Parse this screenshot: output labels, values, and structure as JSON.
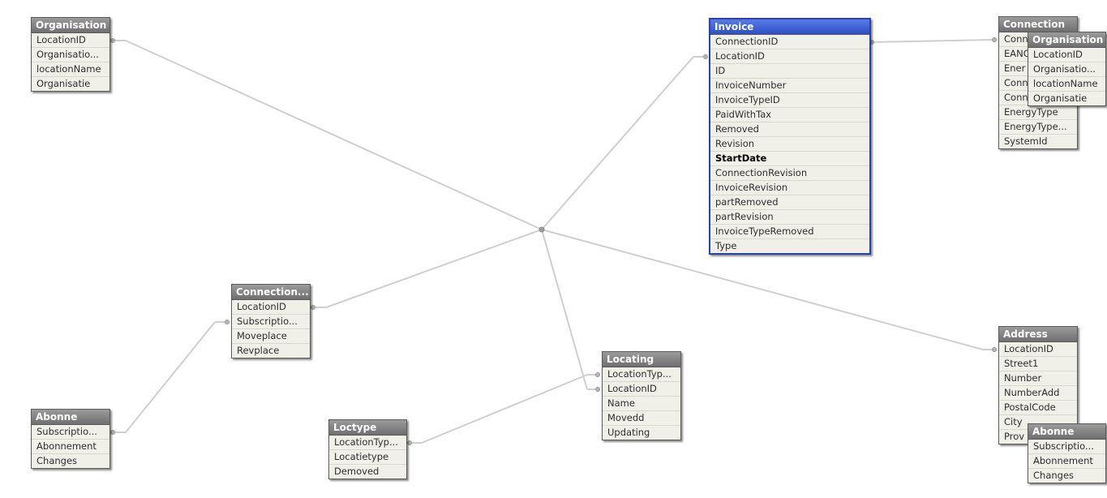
{
  "tables": {
    "organisation_left": {
      "title": "Organisation",
      "fields": [
        "LocationID",
        "Organisatio...",
        "locationName",
        "Organisatie"
      ]
    },
    "invoice": {
      "title": "Invoice",
      "fields": [
        "ConnectionID",
        "LocationID",
        "ID",
        "InvoiceNumber",
        "InvoiceTypeID",
        "PaidWithTax",
        "Removed",
        "Revision",
        "StartDate",
        "ConnectionRevision",
        "InvoiceRevision",
        "partRemoved",
        "partRevision",
        "InvoiceTypeRemoved",
        "Type"
      ],
      "bold_field": "StartDate"
    },
    "connection": {
      "title": "Connection",
      "fields": [
        "Conn",
        "EANC",
        "Ener",
        "Conn",
        "Conn",
        "EnergyType",
        "EnergyType...",
        "SystemId"
      ]
    },
    "organisation_right": {
      "title": "Organisation",
      "fields": [
        "LocationID",
        "Organisatio...",
        "locationName",
        "Organisatie"
      ]
    },
    "connection_sub": {
      "title": "Connection...",
      "fields": [
        "LocationID",
        "Subscriptio...",
        "Moveplace",
        "Revplace"
      ]
    },
    "abonne_left": {
      "title": "Abonne",
      "fields": [
        "Subscriptio...",
        "Abonnement",
        "Changes"
      ]
    },
    "loctype": {
      "title": "Loctype",
      "fields": [
        "LocationTyp...",
        "Locatietype",
        "Demoved"
      ]
    },
    "locating": {
      "title": "Locating",
      "fields": [
        "LocationTyp...",
        "LocationID",
        "Name",
        "Movedd",
        "Updating"
      ]
    },
    "address": {
      "title": "Address",
      "fields": [
        "LocationID",
        "Street1",
        "Number",
        "NumberAdd",
        "PostalCode",
        "City",
        "Prov"
      ]
    },
    "abonne_right": {
      "title": "Abonne",
      "fields": [
        "Subscriptio...",
        "Abonnement",
        "Changes"
      ]
    }
  },
  "colors": {
    "background": "#ffffff",
    "header_gray": "#7f7f7f",
    "header_active": "#3a5cd8",
    "table_body": "#f0efe8",
    "link_line": "#cfcfcf"
  }
}
